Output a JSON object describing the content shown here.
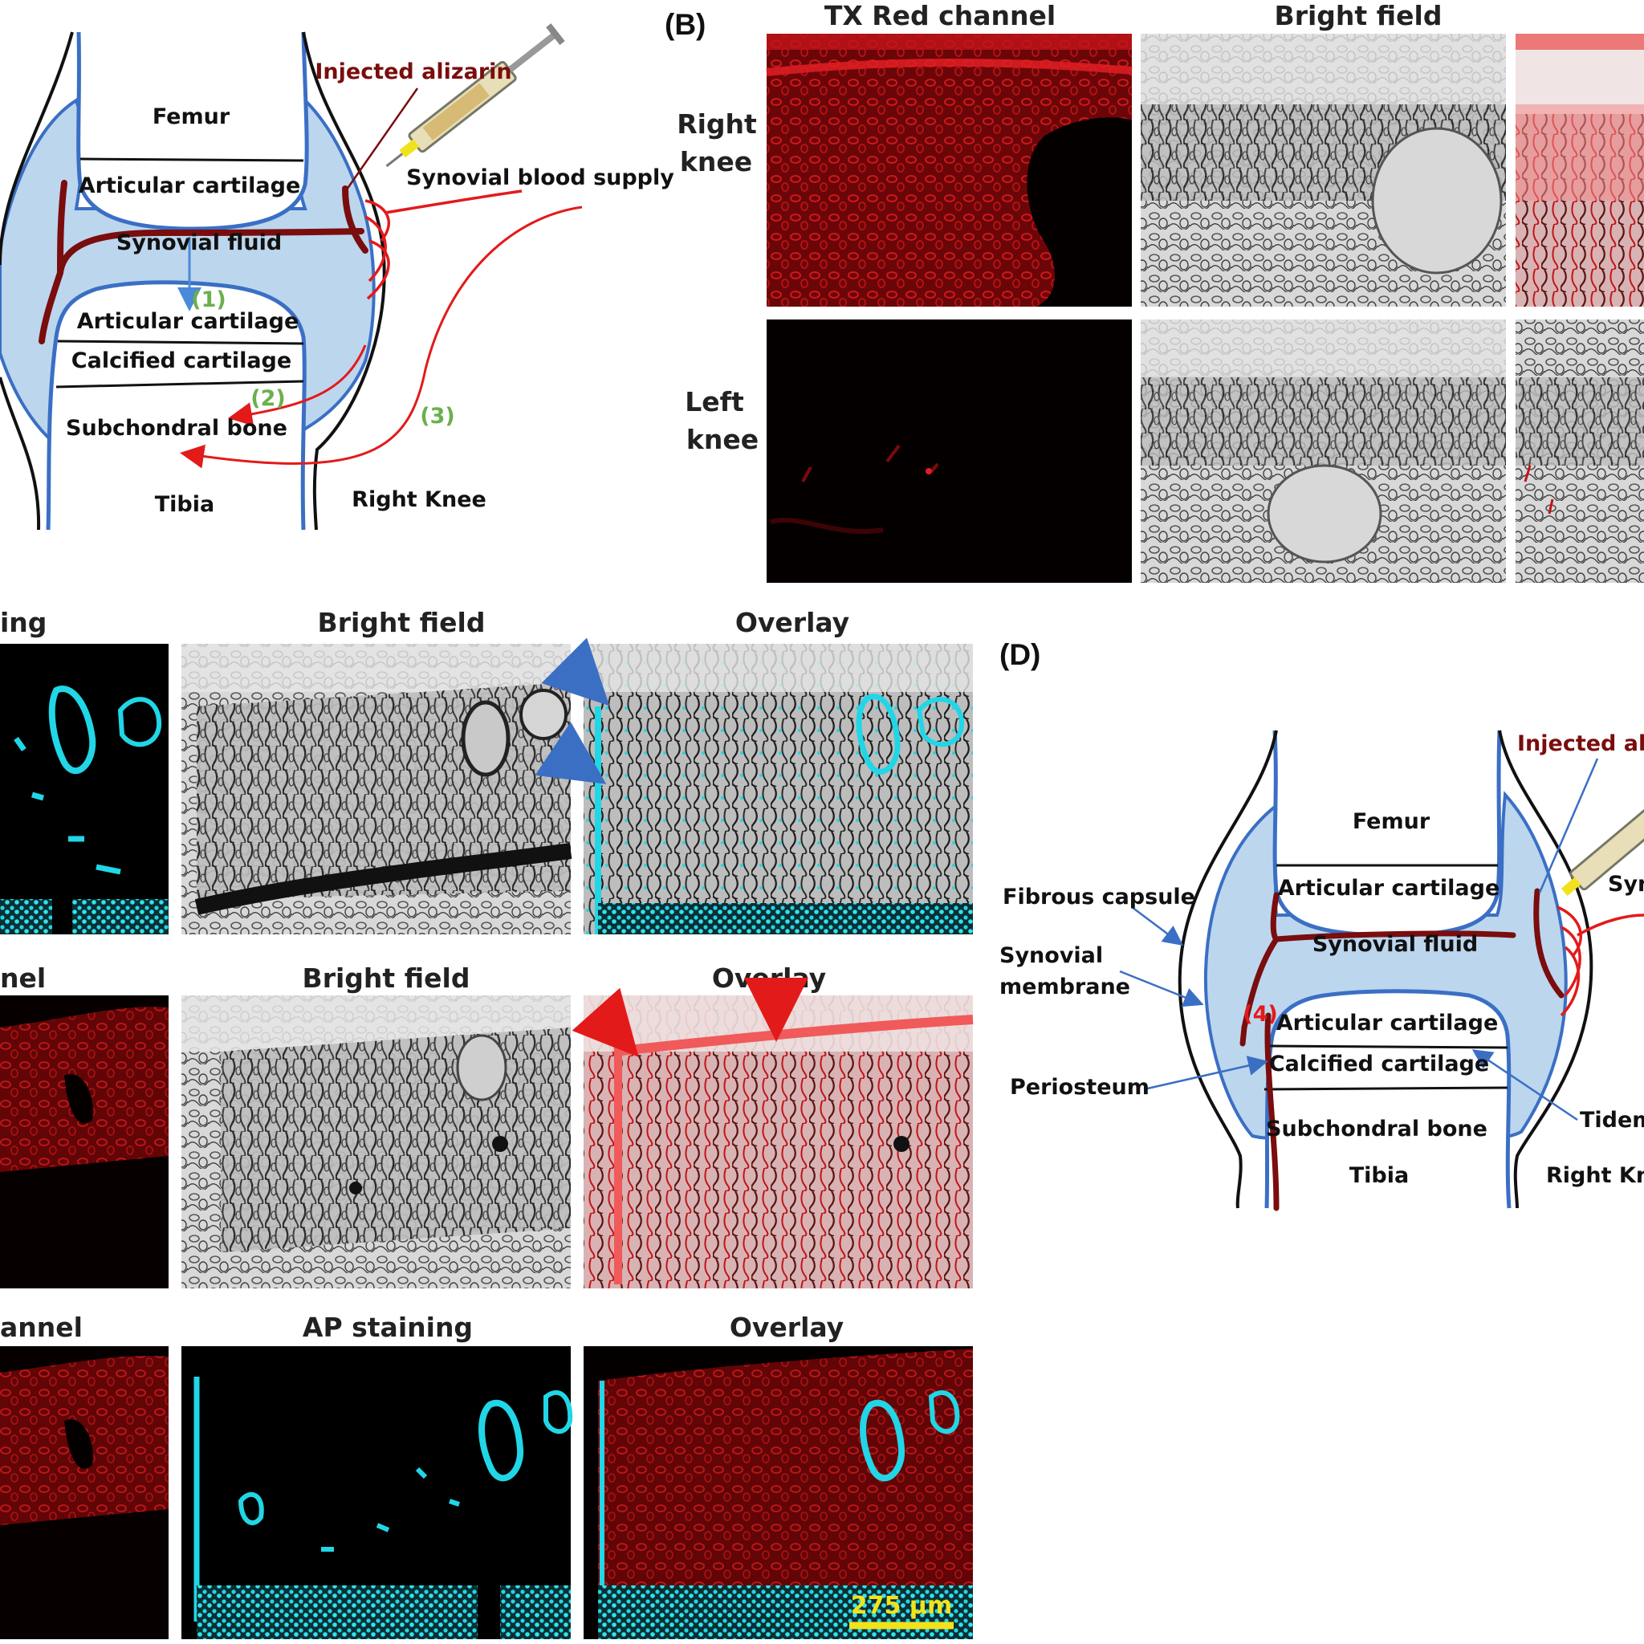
{
  "panel_a": {
    "femur": "Femur",
    "articular_cartilage_top": "Articular cartilage",
    "synovial_fluid": "Synovial fluid",
    "articular_cartilage_bottom": "Articular cartilage",
    "calcified_cartilage": "Calcified cartilage",
    "subchondral_bone": "Subchondral bone",
    "tibia": "Tibia",
    "right_knee": "Right Knee",
    "injected_alizarin": "Injected alizarin",
    "synovial_blood_supply": "Synovial blood supply",
    "marker_1": "(1)",
    "marker_2": "(2)",
    "marker_3": "(3)"
  },
  "panel_b": {
    "label": "(B)",
    "col_tx_red": "TX Red channel",
    "col_bright": "Bright field",
    "row_right": [
      "Right",
      "knee"
    ],
    "row_left": [
      "Left",
      "knee"
    ]
  },
  "panel_c": {
    "row1": [
      "ing",
      "Bright field",
      "Overlay"
    ],
    "row2": [
      "nel",
      "Bright field",
      "Overlay"
    ],
    "row3": [
      "annel",
      "AP staining",
      "Overlay"
    ],
    "scale_bar": "275 µm"
  },
  "panel_d": {
    "label": "(D)",
    "injected_alizarin": "Injected aliz",
    "femur": "Femur",
    "articular_cartilage_top": "Articular cartilage",
    "synovial_fluid": "Synovial fluid",
    "articular_cartilage_bottom": "Articular cartilage",
    "calcified_cartilage": "Calcified cartilage",
    "subchondral_bone": "Subchondral bone",
    "tibia": "Tibia",
    "right_knee": "Right Kne",
    "fibrous_capsule": "Fibrous capsule",
    "synovial_membrane": [
      "Synovial",
      "membrane"
    ],
    "periosteum": "Periosteum",
    "tidemark": "Tidem",
    "synovial_cut": "Syn",
    "marker_4": "(4)"
  },
  "colors": {
    "joint_fill": "#bcd6ee",
    "bone_outline": "#3a6fc4",
    "vessel_dark": "#7a0d0d",
    "vessel_red": "#e31a1a",
    "marker_green": "#6ab04c",
    "tx_red": "#c0141a",
    "ap_cyan": "#21d6e6"
  }
}
